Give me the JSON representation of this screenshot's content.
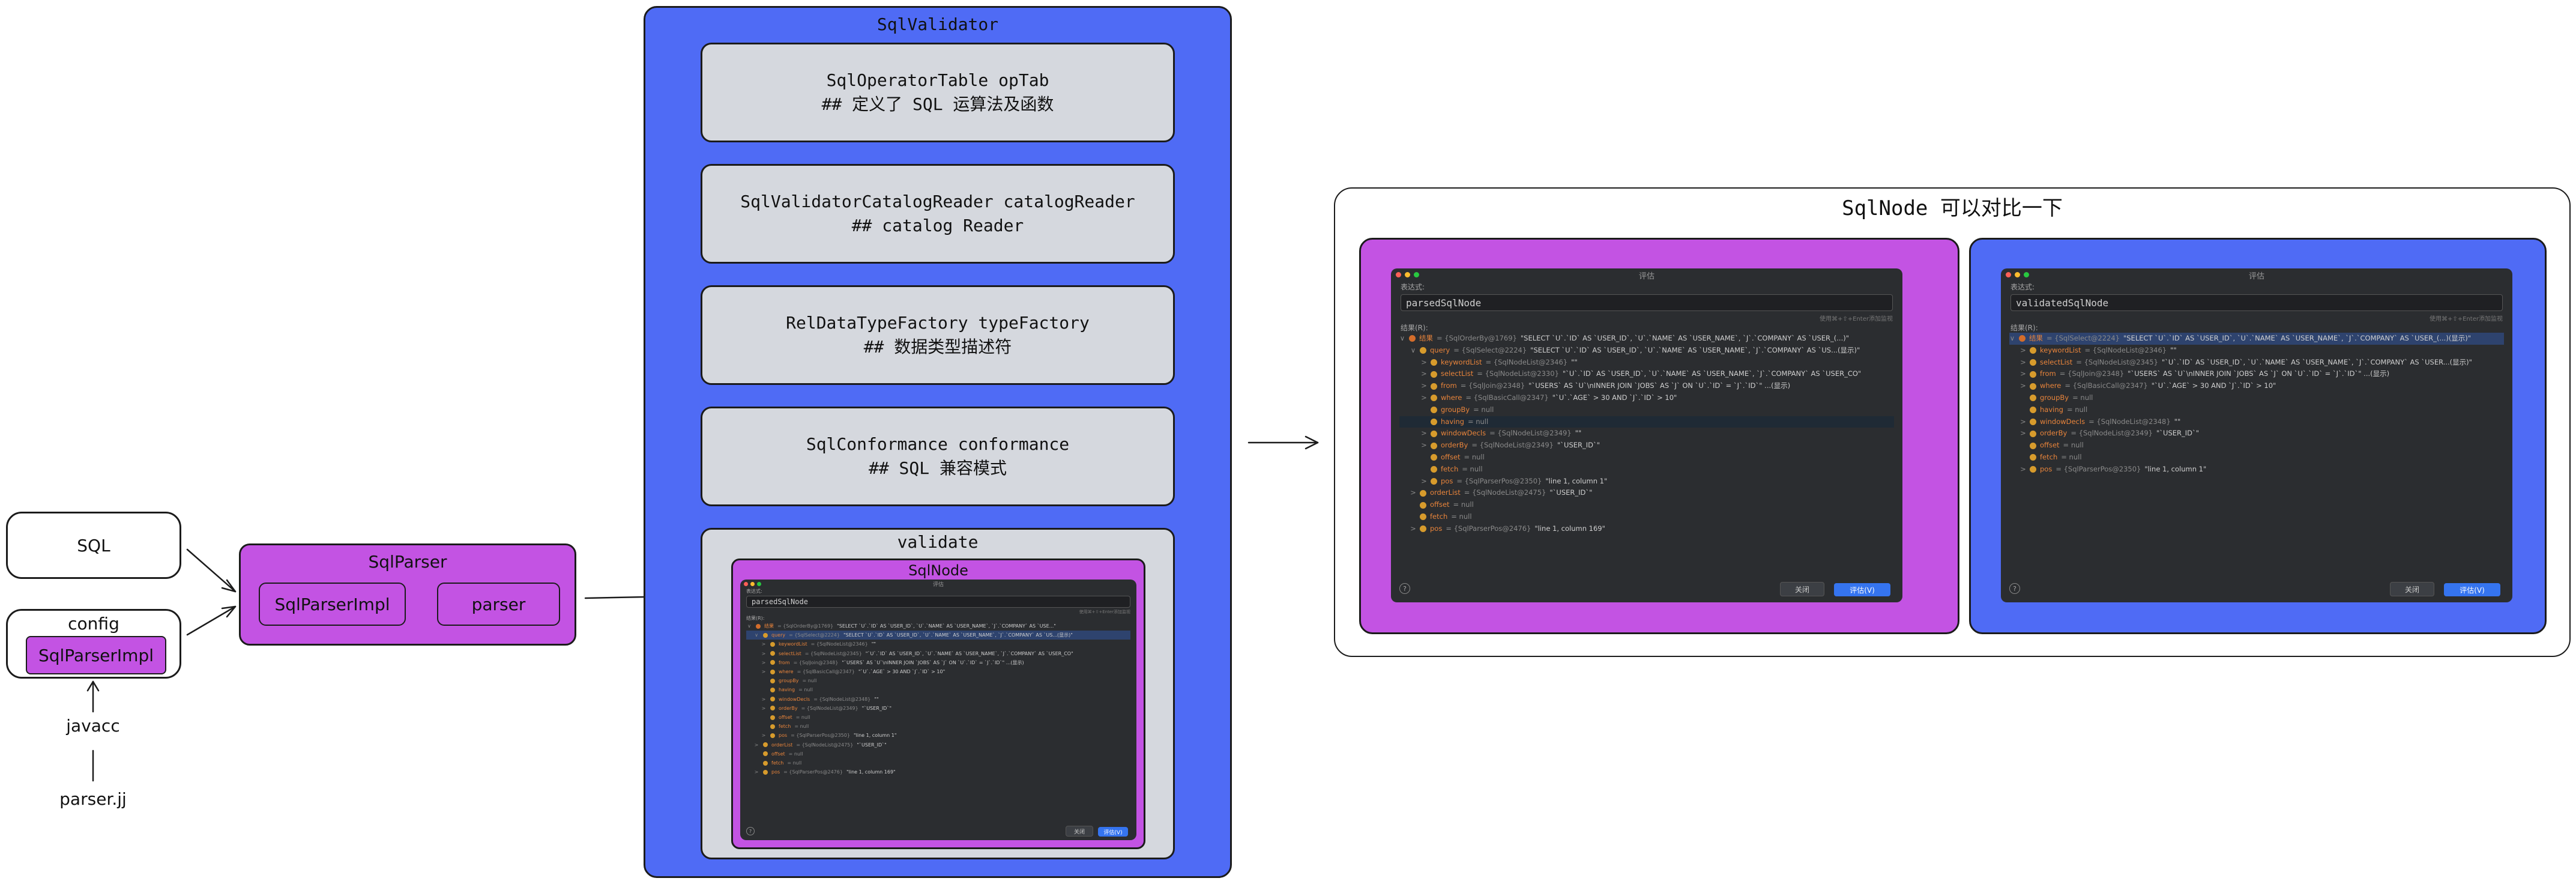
{
  "colors": {
    "blue_panel": "#4f6bf5",
    "purple_panel": "#c353e3",
    "gray_box": "#d5d8de",
    "ide_bg": "#2b2d30",
    "selection": "#2e436e",
    "accent_button": "#3574f0"
  },
  "left": {
    "sql_label": "SQL",
    "config_label": "config",
    "config_inner_label": "SqlParserImpl",
    "javacc_label": "javacc",
    "parserjj_label": "parser.jj"
  },
  "sqlparser": {
    "title": "SqlParser",
    "impl_label": "SqlParserImpl",
    "parser_label": "parser"
  },
  "validator": {
    "title": "SqlValidator",
    "boxes": [
      {
        "line1": "SqlOperatorTable opTab",
        "line2": "## 定义了 SQL 运算法及函数"
      },
      {
        "line1": "SqlValidatorCatalogReader catalogReader",
        "line2": "## catalog Reader"
      },
      {
        "line1": "RelDataTypeFactory typeFactory",
        "line2": "## 数据类型描述符"
      },
      {
        "line1": "SqlConformance conformance",
        "line2": "## SQL 兼容模式"
      }
    ],
    "validate_label": "validate",
    "sqlnode_label": "SqlNode"
  },
  "compare": {
    "title": "SqlNode 可以对比一下"
  },
  "dialog_left": {
    "window_title": "评估",
    "expr_label": "表达式:",
    "expression": "parsedSqlNode",
    "hint": "使用⌘+⇧+Enter添加监视",
    "result_label": "结果(R):",
    "rows": [
      {
        "indent": 0,
        "tw": "∨",
        "icon": "oo",
        "key": "结果",
        "ref": "= {SqlOrderBy@1769}",
        "val": "\"SELECT `U`.`ID` AS `USER_ID`, `U`.`NAME` AS `USER_NAME`, `J`.`COMPANY` AS `USER_(...)\"",
        "style": ""
      },
      {
        "indent": 1,
        "tw": "∨",
        "icon": "f",
        "key": "query",
        "ref": "= {SqlSelect@2224}",
        "val": "\"SELECT `U`.`ID` AS `USER_ID`, `U`.`NAME` AS `USER_NAME`, `J`.`COMPANY` AS `US...(显示)\"",
        "style": ""
      },
      {
        "indent": 2,
        "tw": ">",
        "icon": "f",
        "key": "keywordList",
        "ref": "= {SqlNodeList@2346}",
        "val": "\"\"",
        "style": ""
      },
      {
        "indent": 2,
        "tw": ">",
        "icon": "f",
        "key": "selectList",
        "ref": "= {SqlNodeList@2330}",
        "val": "\"`U`.`ID` AS `USER_ID`, `U`.`NAME` AS `USER_NAME`, `J`.`COMPANY` AS `USER_CO\"",
        "style": ""
      },
      {
        "indent": 2,
        "tw": ">",
        "icon": "f",
        "key": "from",
        "ref": "= {SqlJoin@2348}",
        "val": "\"`USERS` AS `U`\\nINNER JOIN `JOBS` AS `J` ON `U`.`ID` = `J`.`ID`\" ...(显示)",
        "style": ""
      },
      {
        "indent": 2,
        "tw": ">",
        "icon": "f",
        "key": "where",
        "ref": "= {SqlBasicCall@2347}",
        "val": "\"`U`.`AGE` > 30 AND `J`.`ID` > 10\"",
        "style": ""
      },
      {
        "indent": 2,
        "tw": "",
        "icon": "f",
        "key": "groupBy",
        "ref": "= null",
        "val": "",
        "style": ""
      },
      {
        "indent": 2,
        "tw": "",
        "icon": "f",
        "key": "having",
        "ref": "= null",
        "val": "",
        "style": "hl"
      },
      {
        "indent": 2,
        "tw": ">",
        "icon": "f",
        "key": "windowDecls",
        "ref": "= {SqlNodeList@2349}",
        "val": "\"\"",
        "style": ""
      },
      {
        "indent": 2,
        "tw": ">",
        "icon": "f",
        "key": "orderBy",
        "ref": "= {SqlNodeList@2349}",
        "val": "\"`USER_ID`\"",
        "style": ""
      },
      {
        "indent": 2,
        "tw": "",
        "icon": "f",
        "key": "offset",
        "ref": "= null",
        "val": "",
        "style": ""
      },
      {
        "indent": 2,
        "tw": "",
        "icon": "f",
        "key": "fetch",
        "ref": "= null",
        "val": "",
        "style": ""
      },
      {
        "indent": 2,
        "tw": ">",
        "icon": "f",
        "key": "pos",
        "ref": "= {SqlParserPos@2350}",
        "val": "\"line 1, column 1\"",
        "style": ""
      },
      {
        "indent": 1,
        "tw": ">",
        "icon": "f",
        "key": "orderList",
        "ref": "= {SqlNodeList@2475}",
        "val": "\"`USER_ID`\"",
        "style": ""
      },
      {
        "indent": 1,
        "tw": "",
        "icon": "f",
        "key": "offset",
        "ref": "= null",
        "val": "",
        "style": ""
      },
      {
        "indent": 1,
        "tw": "",
        "icon": "f",
        "key": "fetch",
        "ref": "= null",
        "val": "",
        "style": ""
      },
      {
        "indent": 1,
        "tw": ">",
        "icon": "f",
        "key": "pos",
        "ref": "= {SqlParserPos@2476}",
        "val": "\"line 1, column 169\"",
        "style": ""
      }
    ],
    "close_label": "关闭",
    "eval_label": "评估(V)"
  },
  "dialog_right": {
    "window_title": "评估",
    "expr_label": "表达式:",
    "expression": "validatedSqlNode",
    "hint": "使用⌘+⇧+Enter添加监视",
    "result_label": "结果(R):",
    "rows": [
      {
        "indent": 0,
        "tw": "∨",
        "icon": "oo",
        "key": "结果",
        "ref": "= {SqlSelect@2224}",
        "val": "\"SELECT `U`.`ID` AS `USER_ID`, `U`.`NAME` AS `USER_NAME`, `J`.`COMPANY` AS `USER_(...)(显示)\"",
        "style": "sel"
      },
      {
        "indent": 1,
        "tw": ">",
        "icon": "f",
        "key": "keywordList",
        "ref": "= {SqlNodeList@2346}",
        "val": "\"\"",
        "style": ""
      },
      {
        "indent": 1,
        "tw": ">",
        "icon": "f",
        "key": "selectList",
        "ref": "= {SqlNodeList@2345}",
        "val": "\"`U`.`ID` AS `USER_ID`, `U`.`NAME` AS `USER_NAME`, `J`.`COMPANY` AS `USER...(显示)\"",
        "style": ""
      },
      {
        "indent": 1,
        "tw": ">",
        "icon": "f",
        "key": "from",
        "ref": "= {SqlJoin@2348}",
        "val": "\"`USERS` AS `U`\\nINNER JOIN `JOBS` AS `J` ON `U`.`ID` = `J`.`ID`\" ...(显示)",
        "style": ""
      },
      {
        "indent": 1,
        "tw": ">",
        "icon": "f",
        "key": "where",
        "ref": "= {SqlBasicCall@2347}",
        "val": "\"`U`.`AGE` > 30 AND `J`.`ID` > 10\"",
        "style": ""
      },
      {
        "indent": 1,
        "tw": "",
        "icon": "f",
        "key": "groupBy",
        "ref": "= null",
        "val": "",
        "style": ""
      },
      {
        "indent": 1,
        "tw": "",
        "icon": "f",
        "key": "having",
        "ref": "= null",
        "val": "",
        "style": ""
      },
      {
        "indent": 1,
        "tw": ">",
        "icon": "f",
        "key": "windowDecls",
        "ref": "= {SqlNodeList@2348}",
        "val": "\"\"",
        "style": ""
      },
      {
        "indent": 1,
        "tw": ">",
        "icon": "f",
        "key": "orderBy",
        "ref": "= {SqlNodeList@2349}",
        "val": "\"`USER_ID`\"",
        "style": ""
      },
      {
        "indent": 1,
        "tw": "",
        "icon": "f",
        "key": "offset",
        "ref": "= null",
        "val": "",
        "style": ""
      },
      {
        "indent": 1,
        "tw": "",
        "icon": "f",
        "key": "fetch",
        "ref": "= null",
        "val": "",
        "style": ""
      },
      {
        "indent": 1,
        "tw": ">",
        "icon": "f",
        "key": "pos",
        "ref": "= {SqlParserPos@2350}",
        "val": "\"line 1, column 1\"",
        "style": ""
      }
    ],
    "close_label": "关闭",
    "eval_label": "评估(V)"
  },
  "dialog_small": {
    "window_title": "评估",
    "expr_label": "表达式:",
    "expression": "parsedSqlNode",
    "hint": "使用⌘+⇧+Enter添加监视",
    "result_label": "结果(R):",
    "rows": [
      {
        "indent": 0,
        "tw": "∨",
        "icon": "oo",
        "key": "结果",
        "ref": "= {SqlOrderBy@1769}",
        "val": "\"SELECT `U`.`ID` AS `USER_ID`, `U`.`NAME` AS `USER_NAME`, `J`.`COMPANY` AS `USE...\"",
        "style": ""
      },
      {
        "indent": 1,
        "tw": "∨",
        "icon": "f",
        "key": "query",
        "ref": "= {SqlSelect@2224}",
        "val": "\"SELECT `U`.`ID` AS `USER_ID`, `U`.`NAME` AS `USER_NAME`, `J`.`COMPANY` AS `US...(显示)\"",
        "style": "sel"
      },
      {
        "indent": 2,
        "tw": ">",
        "icon": "f",
        "key": "keywordList",
        "ref": "= {SqlNodeList@2346}",
        "val": "\"\"",
        "style": ""
      },
      {
        "indent": 2,
        "tw": ">",
        "icon": "f",
        "key": "selectList",
        "ref": "= {SqlNodeList@2345}",
        "val": "\"`U`.`ID` AS `USER_ID`, `U`.`NAME` AS `USER_NAME`, `J`.`COMPANY` AS `USER_CO\"",
        "style": ""
      },
      {
        "indent": 2,
        "tw": ">",
        "icon": "f",
        "key": "from",
        "ref": "= {SqlJoin@2348}",
        "val": "\"`USERS` AS `U`\\nINNER JOIN `JOBS` AS `J` ON `U`.`ID` = `J`.`ID`\" ...(显示)",
        "style": ""
      },
      {
        "indent": 2,
        "tw": ">",
        "icon": "f",
        "key": "where",
        "ref": "= {SqlBasicCall@2347}",
        "val": "\"`U`.`AGE` > 30 AND `J`.`ID` > 10\"",
        "style": ""
      },
      {
        "indent": 2,
        "tw": "",
        "icon": "f",
        "key": "groupBy",
        "ref": "= null",
        "val": "",
        "style": ""
      },
      {
        "indent": 2,
        "tw": "",
        "icon": "f",
        "key": "having",
        "ref": "= null",
        "val": "",
        "style": ""
      },
      {
        "indent": 2,
        "tw": ">",
        "icon": "f",
        "key": "windowDecls",
        "ref": "= {SqlNodeList@2348}",
        "val": "\"\"",
        "style": ""
      },
      {
        "indent": 2,
        "tw": ">",
        "icon": "f",
        "key": "orderBy",
        "ref": "= {SqlNodeList@2349}",
        "val": "\"`USER_ID`\"",
        "style": ""
      },
      {
        "indent": 2,
        "tw": "",
        "icon": "f",
        "key": "offset",
        "ref": "= null",
        "val": "",
        "style": ""
      },
      {
        "indent": 2,
        "tw": "",
        "icon": "f",
        "key": "fetch",
        "ref": "= null",
        "val": "",
        "style": ""
      },
      {
        "indent": 2,
        "tw": ">",
        "icon": "f",
        "key": "pos",
        "ref": "= {SqlParserPos@2350}",
        "val": "\"line 1, column 1\"",
        "style": ""
      },
      {
        "indent": 1,
        "tw": ">",
        "icon": "f",
        "key": "orderList",
        "ref": "= {SqlNodeList@2475}",
        "val": "\"`USER_ID`\"",
        "style": ""
      },
      {
        "indent": 1,
        "tw": "",
        "icon": "f",
        "key": "offset",
        "ref": "= null",
        "val": "",
        "style": ""
      },
      {
        "indent": 1,
        "tw": "",
        "icon": "f",
        "key": "fetch",
        "ref": "= null",
        "val": "",
        "style": ""
      },
      {
        "indent": 1,
        "tw": ">",
        "icon": "f",
        "key": "pos",
        "ref": "= {SqlParserPos@2476}",
        "val": "\"line 1, column 169\"",
        "style": ""
      }
    ],
    "close_label": "关闭",
    "eval_label": "评估(V)"
  }
}
